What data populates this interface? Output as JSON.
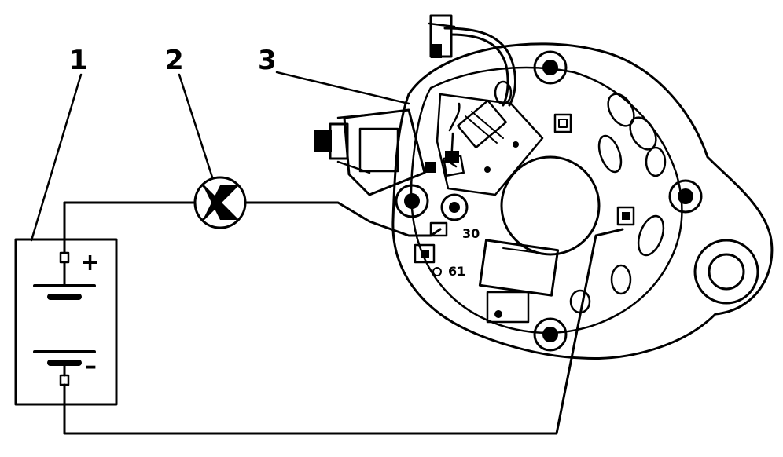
{
  "callouts": {
    "battery": "1",
    "lamp": "2",
    "regulator": "3"
  },
  "battery_signs": {
    "plus": "+",
    "minus": "–"
  },
  "terminals": {
    "t30": "30",
    "t61": "61"
  },
  "colors": {
    "line": "#000000",
    "background": "#ffffff"
  }
}
